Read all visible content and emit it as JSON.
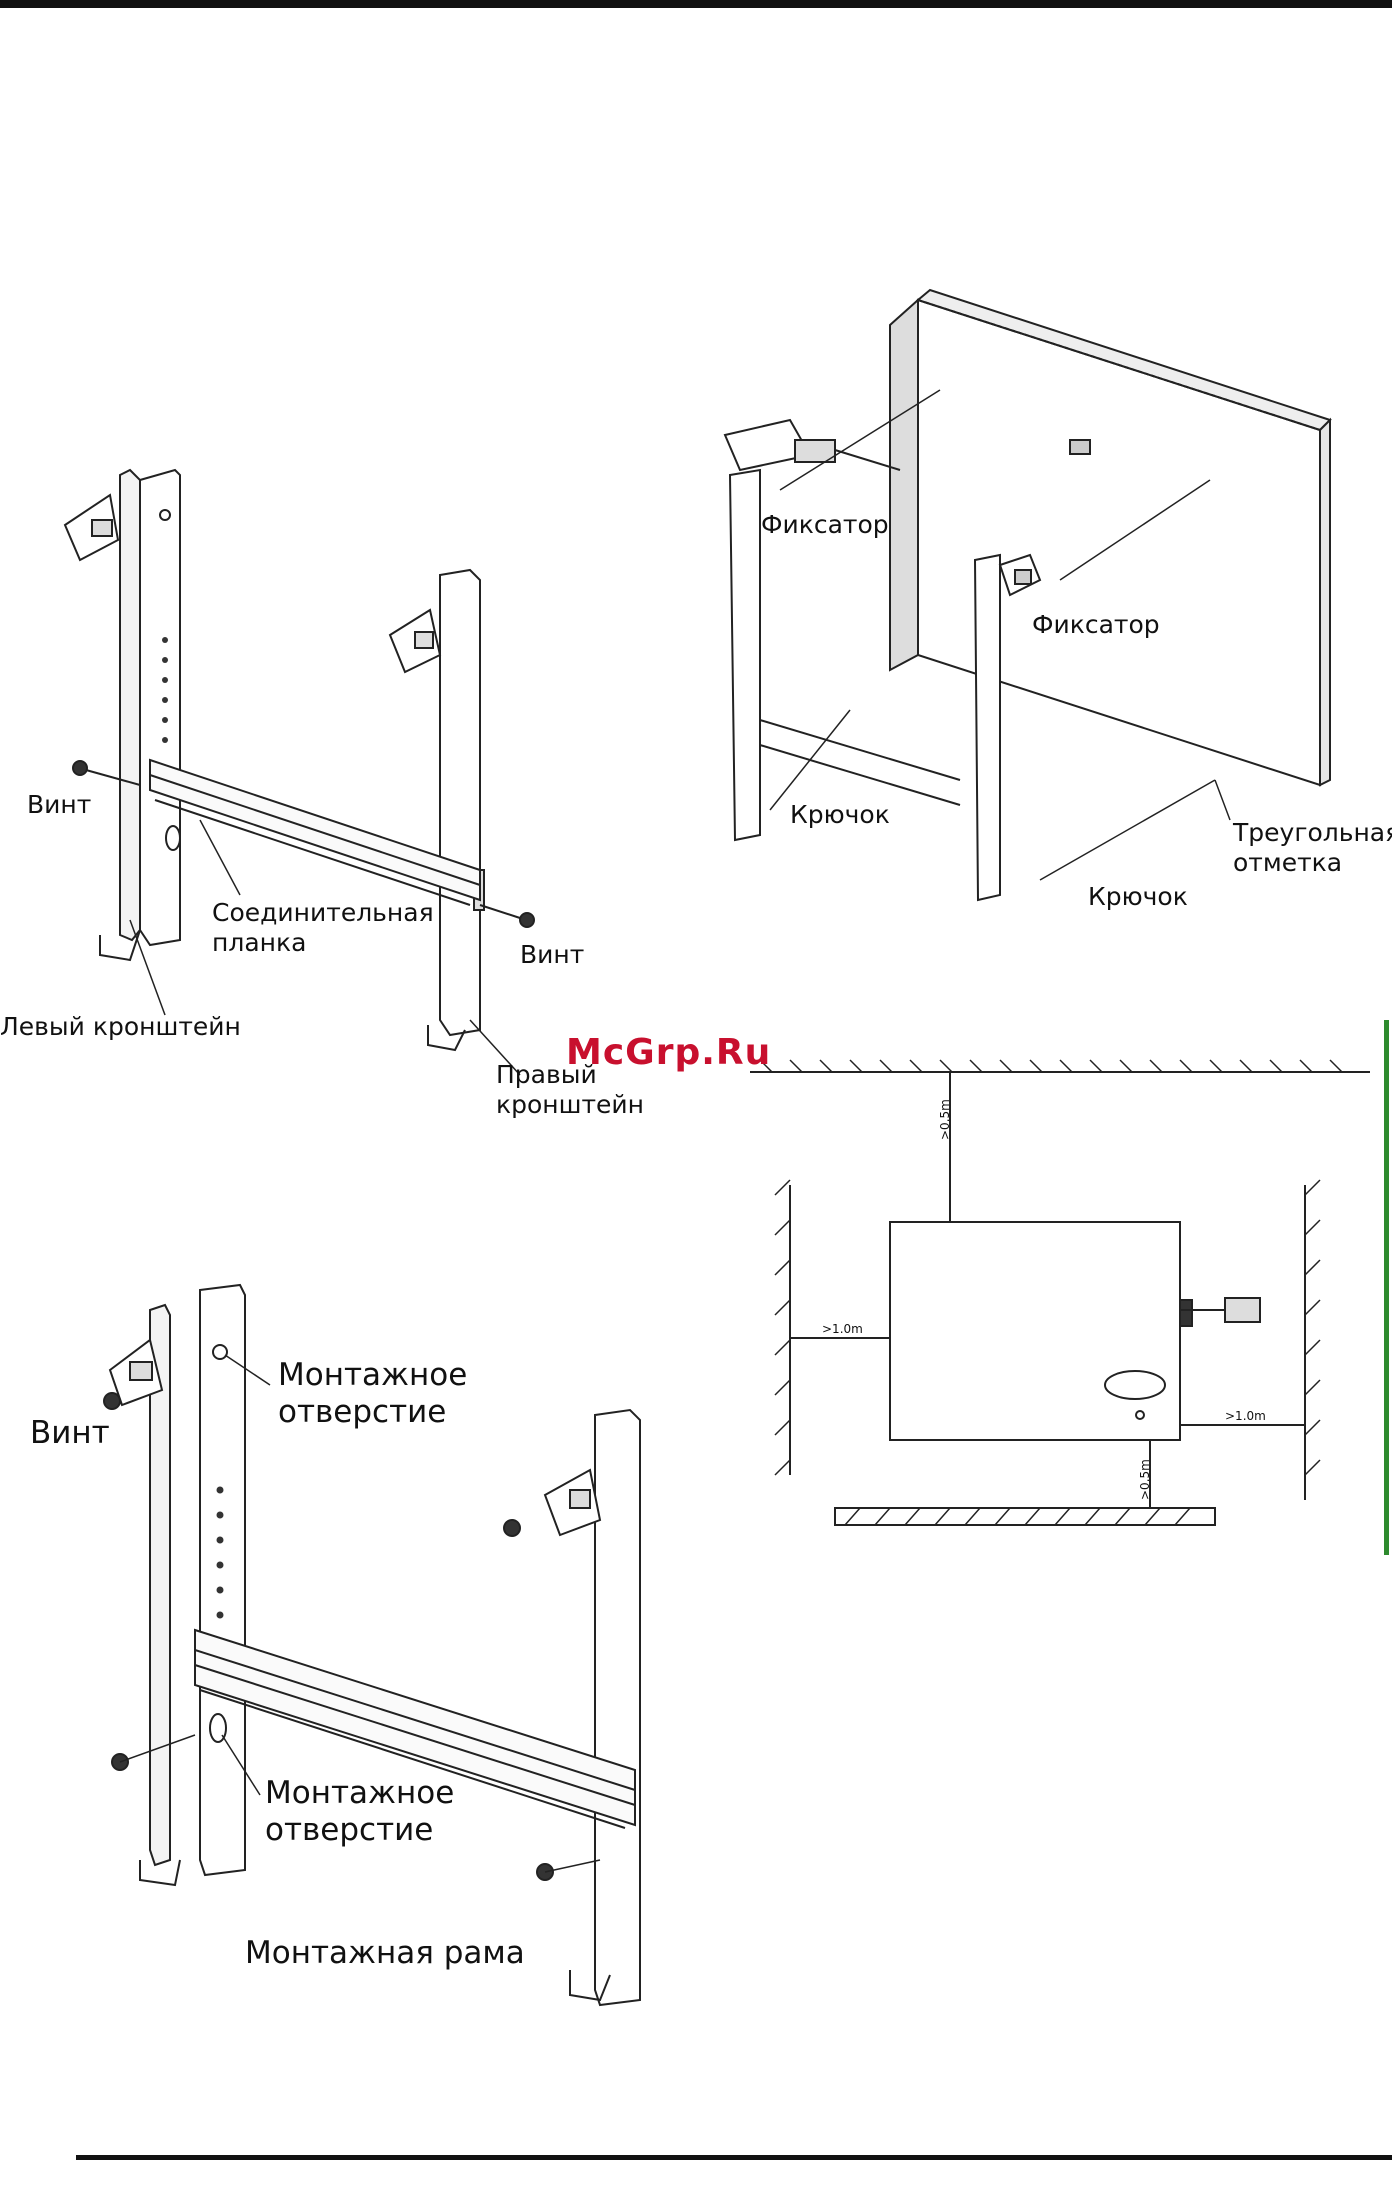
{
  "figure1": {
    "left_screw": "Винт",
    "connecting_bar": "Соединительная\nпланка",
    "right_screw": "Винт",
    "left_bracket": "Левый кронштейн",
    "right_bracket": "Правый\nкронштейн"
  },
  "figure2": {
    "latch_left": "Фиксатор",
    "latch_right": "Фиксатор",
    "hook_left": "Крючок",
    "hook_right": "Крючок",
    "triangle_mark": "Треугольная\nотметка"
  },
  "figure3": {
    "dim_top": ">0.5m",
    "dim_left": ">1.0m",
    "dim_right": ">1.0m",
    "dim_bottom": ">0.5m"
  },
  "figure4": {
    "screw": "Винт",
    "mount_hole_top": "Монтажное\nотверстие",
    "mount_hole_bottom": "Монтажное\nотверстие",
    "frame": "Монтажная рама"
  },
  "watermark": "McGrp.Ru",
  "colors": {
    "accent": "#2e8b2e",
    "watermark": "#c8102e"
  }
}
